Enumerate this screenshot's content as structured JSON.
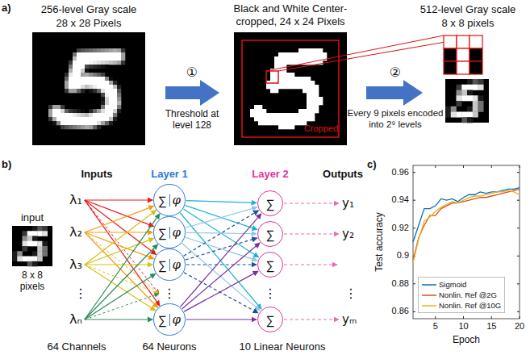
{
  "diagram": {
    "nodes": [
      {
        "text": [
          "∑",
          "φ"
        ]
      },
      {
        "text": [
          "∑",
          "φ"
        ]
      },
      {
        "text": [
          "∑",
          "φ"
        ]
      },
      {
        "text": [
          "∑",
          "φ"
        ]
      },
      {
        "text": [
          "∑"
        ]
      },
      {
        "text": [
          "∑"
        ]
      },
      {
        "text": [
          "∑"
        ]
      },
      {
        "text": [
          "∑"
        ]
      }
    ],
    "edges": [
      {
        "from": 0,
        "to": 4,
        "arrow": "to"
      },
      {
        "from": 0,
        "to": 5,
        "arrow": "to"
      },
      {
        "from": 0,
        "to": 6,
        "arrow": "to"
      },
      {
        "from": 0,
        "to": 7,
        "arrow": "to"
      },
      {
        "from": 1,
        "to": 4,
        "arrow": "to"
      },
      {
        "from": 1,
        "to": 5,
        "arrow": "to"
      },
      {
        "from": 1,
        "to": 6,
        "arrow": "to"
      },
      {
        "from": 1,
        "to": 7,
        "arrow": "to"
      },
      {
        "from": 2,
        "to": 4,
        "arrow": "to"
      },
      {
        "from": 2,
        "to": 5,
        "arrow": "to"
      },
      {
        "from": 2,
        "to": 6,
        "arrow": "to"
      },
      {
        "from": 2,
        "to": 7,
        "arrow": "to"
      },
      {
        "from": 3,
        "to": 4,
        "arrow": "to"
      },
      {
        "from": 3,
        "to": 5,
        "arrow": "to"
      },
      {
        "from": 3,
        "to": 6,
        "arrow": "to"
      },
      {
        "from": 3,
        "to": 7,
        "arrow": "to"
      }
    ],
    "labels": [
      "a)",
      "256-level Gray scale",
      "28 x 28 Pixels",
      "①",
      "Threshold at level 128",
      "Black and White Center-cropped, 24 x 24 Pixels",
      "Cropped",
      "512-level Gray scale",
      "8 x 8 pixels",
      "②",
      "Every 9 pixels encoded into 2⁹ levels",
      "b)",
      "input",
      "8 x 8 pixels",
      "Inputs",
      "Layer 1",
      "Layer 2",
      "Outputs",
      "λ₁",
      "λ₂",
      "λ₃",
      "⋮",
      "λₙ",
      "⋮",
      "⋮",
      "y₁",
      "y₂",
      "⋮",
      "yₘ",
      "64 Channels",
      "64 Neurons",
      "10 Linear Neurons",
      "c)",
      "Test accuracy",
      "Epoch",
      "0.86",
      "0.88",
      "0.9",
      "0.92",
      "0.94",
      "0.96",
      "5",
      "10",
      "15",
      "20"
    ],
    "legend": [
      {
        "text": "Sigmoid"
      },
      {
        "text": "Nonlin. Ref @2G"
      },
      {
        "text": "Nonlin. Ref @10G"
      }
    ]
  }
}
